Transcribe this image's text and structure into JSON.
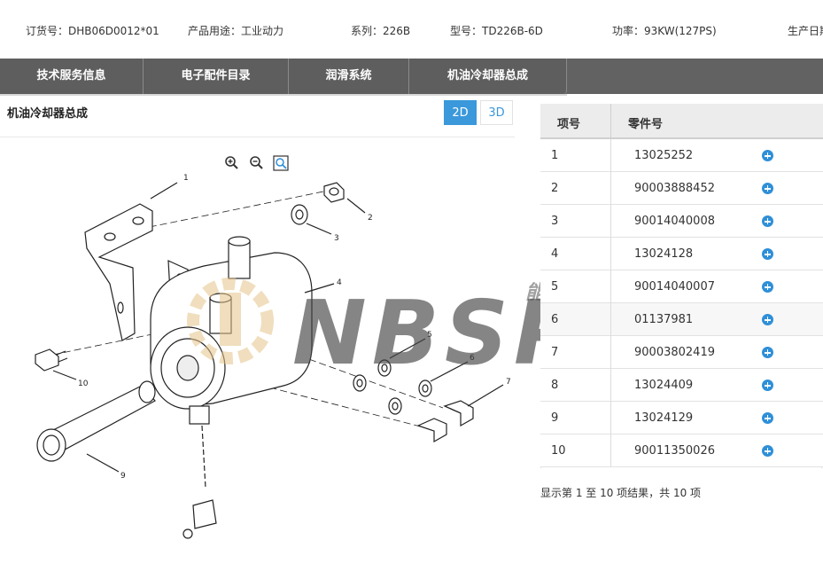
{
  "info": {
    "order_no": "订货号：DHB06D0012*01",
    "usage": "产品用途：工业动力",
    "series": "系列：226B",
    "model": "型号：TD226B-6D",
    "power": "功率：93KW(127PS)",
    "production_date": "生产日期"
  },
  "nav": {
    "tabs": [
      "技术服务信息",
      "电子配件目录",
      "润滑系统",
      "机油冷却器总成"
    ]
  },
  "panel": {
    "title": "机油冷却器总成",
    "view_2d": "2D",
    "view_3d": "3D"
  },
  "toolbar": {
    "zoom_in": "zoom-in-icon",
    "zoom_out": "zoom-out-icon",
    "fit": "fit-view-icon"
  },
  "diagram": {
    "callouts": [
      "1",
      "2",
      "3",
      "4",
      "5",
      "6",
      "7",
      "10",
      "9"
    ]
  },
  "table": {
    "headers": [
      "项号",
      "零件号"
    ],
    "rows": [
      {
        "num": "1",
        "part": "13025252"
      },
      {
        "num": "2",
        "part": "90003888452"
      },
      {
        "num": "3",
        "part": "90014040008"
      },
      {
        "num": "4",
        "part": "13024128"
      },
      {
        "num": "5",
        "part": "90014040007"
      },
      {
        "num": "6",
        "part": "01137981"
      },
      {
        "num": "7",
        "part": "90003802419"
      },
      {
        "num": "8",
        "part": "13024409"
      },
      {
        "num": "9",
        "part": "13024129"
      },
      {
        "num": "10",
        "part": "90011350026"
      }
    ]
  },
  "pager": {
    "summary": "显示第 1 至 10 项结果，共 10 项"
  },
  "watermark": {
    "brand": "NBSP",
    "cn": "能邦汽配"
  },
  "colors": {
    "accent": "#3a98db",
    "nav_bg": "#5e5e5e",
    "add_icon": "#2f8fd8"
  }
}
